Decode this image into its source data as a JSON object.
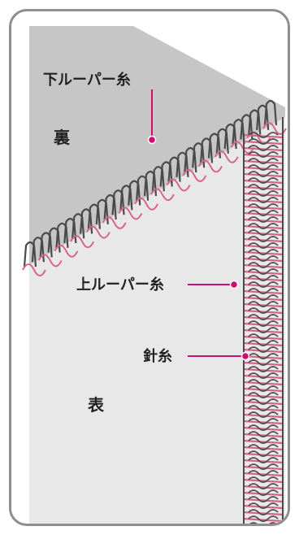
{
  "labels": {
    "lower_looper": "下ルーパー糸",
    "upper_looper": "上ルーパー糸",
    "needle": "針糸",
    "back": "裏",
    "front": "表"
  },
  "colors": {
    "frame": "#8e8e8e",
    "fabric_back": "#c6c6c6",
    "fabric_front": "#e8e8e8",
    "thread_gray": "#4a4a4a",
    "thread_pink": "#d8648e",
    "leader": "#cc0f6f"
  }
}
